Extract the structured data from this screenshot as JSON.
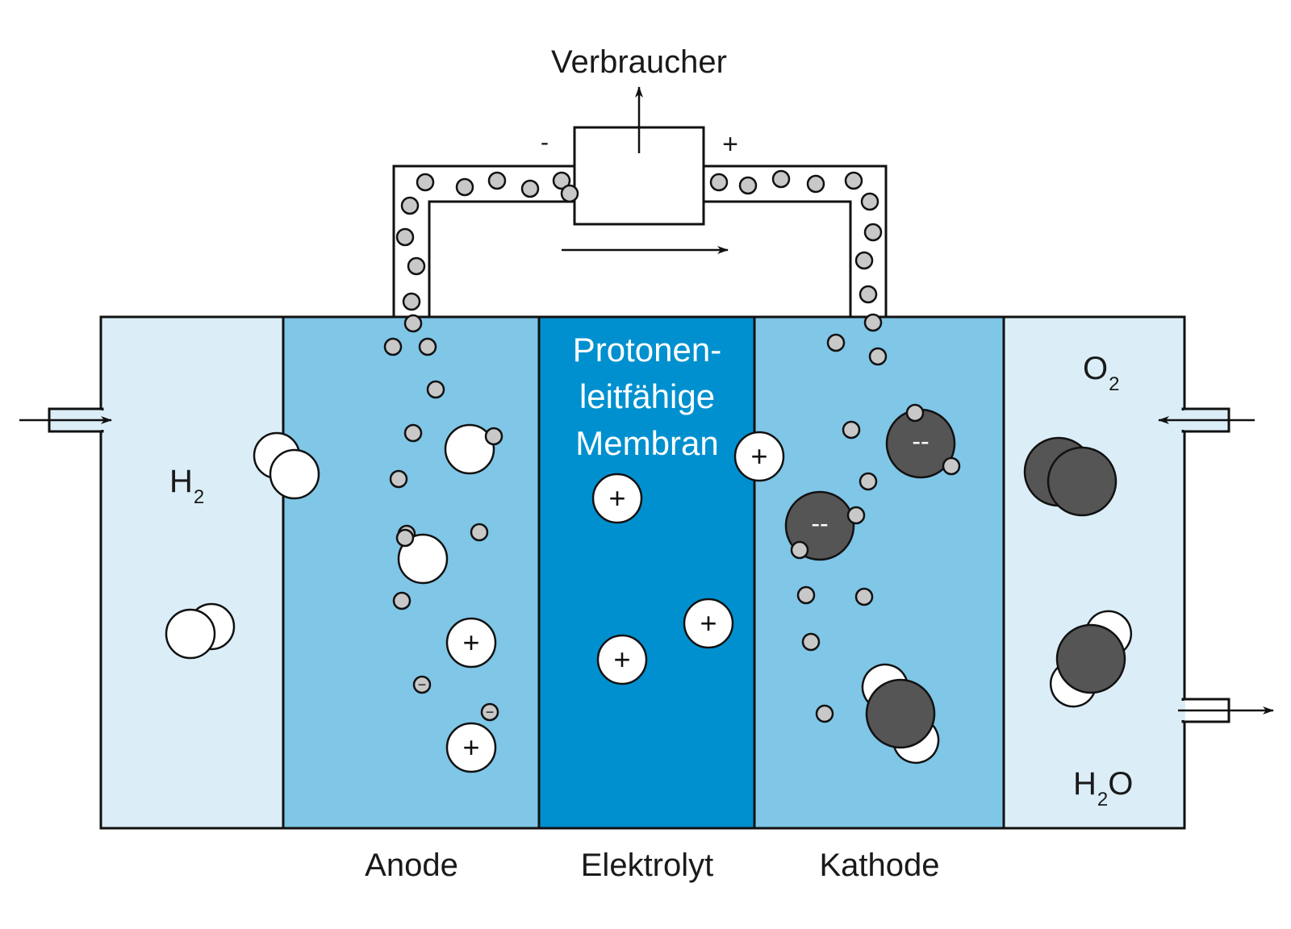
{
  "title": "PEM-Brennstoffzelle",
  "load": {
    "label": "Verbraucher",
    "minus_label": "-",
    "plus_label": "+"
  },
  "regions": {
    "anode_gas": {
      "formula_main": "H",
      "formula_sub": "2"
    },
    "anode": {
      "label": "Anode"
    },
    "electrolyte": {
      "label": "Elektrolyt",
      "membrane_lines": [
        "Protonen-",
        "leitfähige",
        "Membran"
      ]
    },
    "cathode": {
      "label": "Kathode"
    },
    "cathode_gas": {
      "oxygen_main": "O",
      "oxygen_sub": "2",
      "water_h": "H",
      "water_sub": "2",
      "water_o": "O"
    }
  },
  "symbols": {
    "proton": "+",
    "electron": "−",
    "oxide_charge": "--"
  },
  "colors": {
    "gas_chamber": "#dbeef8",
    "electrode": "#7fc6e7",
    "membrane": "#0090cf",
    "electron": "#c8c8c8",
    "oxygen_atom": "#555555",
    "hydrogen_atom": "#ffffff",
    "outline": "#111111"
  }
}
